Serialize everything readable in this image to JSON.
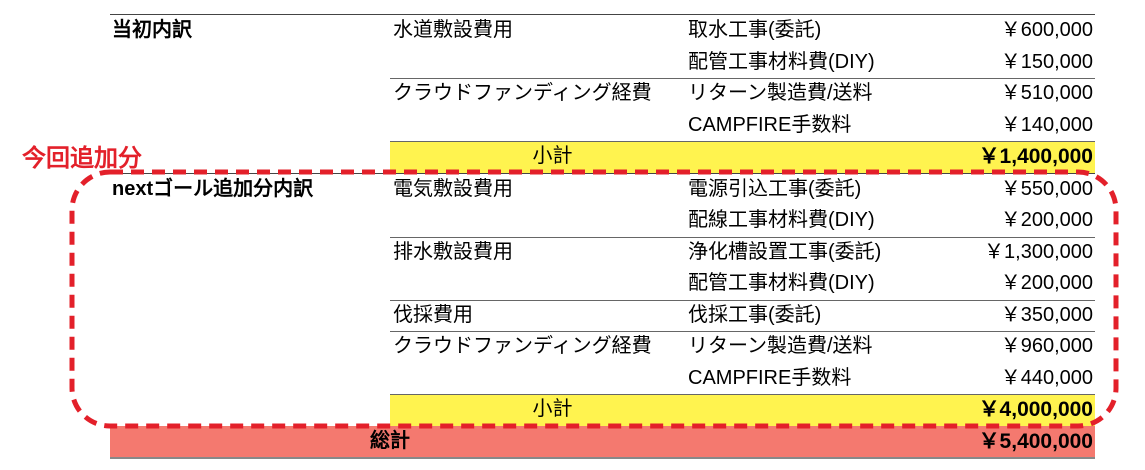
{
  "annotation": {
    "label": "今回追加分",
    "color": "#e3202a"
  },
  "rows": [
    {
      "section": "当初内訳",
      "category": "水道敷設費用",
      "item": "取水工事(委託)",
      "amount": "￥600,000"
    },
    {
      "section": "",
      "category": "",
      "item": "配管工事材料費(DIY)",
      "amount": "￥150,000"
    },
    {
      "section": "",
      "category": "クラウドファンディング経費",
      "item": "リターン製造費/送料",
      "amount": "￥510,000"
    },
    {
      "section": "",
      "category": "",
      "item": "CAMPFIRE手数料",
      "amount": "￥140,000"
    },
    {
      "type": "subtotal",
      "label": "小計",
      "amount": "￥1,400,000"
    },
    {
      "section": "nextゴール追加分内訳",
      "category": "電気敷設費用",
      "item": "電源引込工事(委託)",
      "amount": "￥550,000"
    },
    {
      "section": "",
      "category": "",
      "item": "配線工事材料費(DIY)",
      "amount": "￥200,000"
    },
    {
      "section": "",
      "category": "排水敷設費用",
      "item": "浄化槽設置工事(委託)",
      "amount": "￥1,300,000"
    },
    {
      "section": "",
      "category": "",
      "item": "配管工事材料費(DIY)",
      "amount": "￥200,000"
    },
    {
      "section": "",
      "category": "伐採費用",
      "item": "伐採工事(委託)",
      "amount": "￥350,000"
    },
    {
      "section": "",
      "category": "クラウドファンディング経費",
      "item": "リターン製造費/送料",
      "amount": "￥960,000"
    },
    {
      "section": "",
      "category": "",
      "item": "CAMPFIRE手数料",
      "amount": "￥440,000"
    },
    {
      "type": "subtotal",
      "label": "小計",
      "amount": "￥4,000,000"
    },
    {
      "type": "total",
      "label": "総計",
      "amount": "￥5,400,000"
    }
  ],
  "colors": {
    "subtotal": "#fff34f",
    "total": "#f4796f"
  }
}
